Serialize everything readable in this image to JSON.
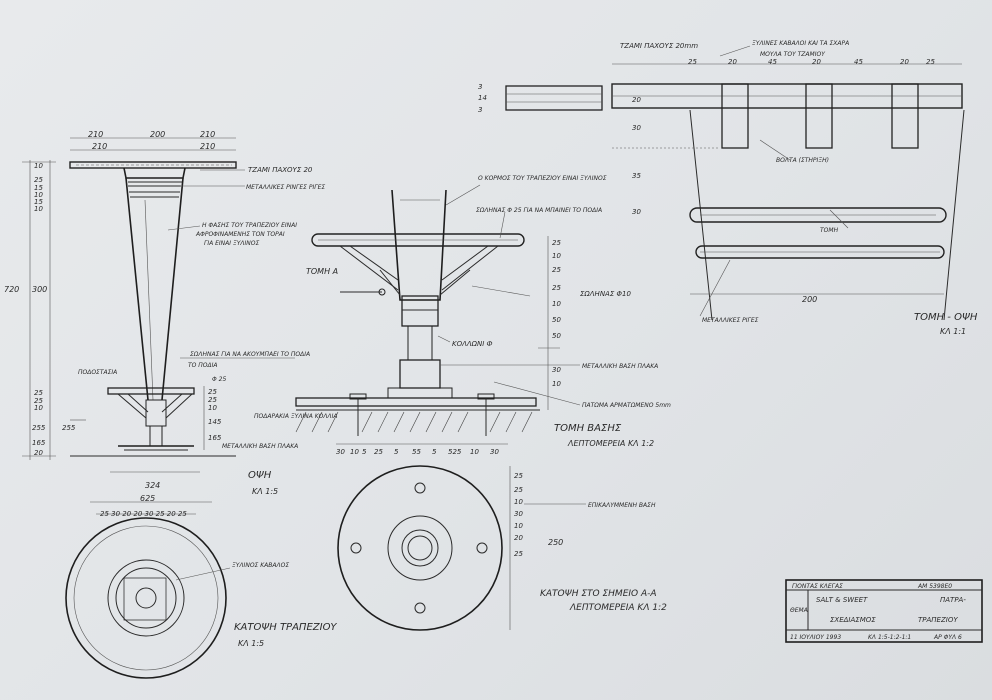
{
  "labels": {
    "glass_top": "ΤΖΑΜΙ ΠΑΧΟΥΣ 20",
    "glass_top_right": "ΤΖΑΜΙ ΠΑΧΟΥΣ 20mm",
    "metal_rings": "ΜΕΤΑΛΛΙΚΕΣ ΡΙΝΓΕΣ ΡΙΓΕΣ",
    "note_base_1": "Η ΦΑΣΗΣ ΤΟΥ ΤΡΑΠΕΖΙΟΥ ΕΙΝΑΙ",
    "note_base_2": "ΑΦΡΟΦΙΝΑΜΕΝΗΣ ΤΟΝ ΤΟΡΑΙ",
    "note_base_3": "ΓΙΑ ΕΙΝΑΙ ΞΥΛΙΝΟΣ",
    "wood_body": "Ο ΚΟΡΜΟΣ ΤΟΥ ΤΡΑΠΕΖΙΟΥ ΕΙΝΑΙ ΞΥΛΙΝΟΣ",
    "rod_note": "ΣΩΛΗΝΑΣ Φ 25 ΓΙΑ ΝΑ ΜΠΑΙΝΕΙ ΤΟ ΠΟΔΙΑ",
    "section_a": "ΤΟΜΗ Α",
    "tube_10": "ΣΩΛΗΝΑΣ Φ10",
    "kolloni": "ΚΟΛΛΩΝΙ Ф",
    "metal_base_plate": "ΜΕΤΑΛΛΙΚΗ ΒΑΣΗ ΠΛΑΚΑ",
    "floor_concrete": "ΠΑΤΩΜΑ ΑΡΜΑΤΩΜΕΝΟ 5mm",
    "footrest_tube": "ΣΩΛΗΝΑΣ ΓΙΑ ΝΑ ΑΚΟΥΜΠΑΕΙ ΤΟ ΠΟΔΙΑ",
    "footrest": "ΠΟΔΟΣΤΑΣΙΑ",
    "pods": "ΠΟΔΑΡΑΚΙΑ ΞΥΛΙΝΑ ΚΟΛΛΙΑ",
    "metal_base_sm": "ΜΕΤΑΛΛΙΚΗ ΒΑΣΗ ΠΛΑΚΑ",
    "base_section": "ΤΟΜΗ ΒΑΣΗΣ",
    "base_detail": "ΛΕΠΤΟΜΕΡΕΙΑ ΚΛ 1:2",
    "elev": "ΟΨΗ",
    "elev_scale": "ΚΛ 1:5",
    "plan_table": "ΚΑΤΟΨΗ ΤΡΑΠΕΖΙΟΥ",
    "plan_scale": "ΚΛ 1:5",
    "plan_note": "ΞΥΛΙΝΟΣ ΚΑΒΑΛΟΣ",
    "reinforced_base": "ΕΠΙΚΑΛΥΜΜΕΝΗ ΒΑΣΗ",
    "plan_aa": "ΚΑΤΟΨΗ ΣΤΟ ΣΗΜΕΙΟ Α-Α",
    "plan_aa_detail": "ΛΕΠΤΟΜΕΡΕΙΑ ΚΛ 1:2",
    "wood_joints": "ΞΥΛΙΝΕΣ ΚΑΒΑΛΟΙ ΚΑΙ ΤΑ ΣΧΑΡΑ",
    "wood_under": "ΜΟΥΛΑ ΤΟΥ ΤΖΑΜΙΟΥ",
    "bolt": "ΒΟΛΤΑ (ΣΤΗΡΙΞΗ)",
    "tube": "ΤΟΜΗ",
    "metal_strip": "ΜΕΤΑΛΛΙΚΕΣ ΡΙΓΕΣ",
    "sect_title": "ΤΟΜΗ - ΟΨΗ",
    "sect_scale": "ΚΛ 1:1"
  },
  "dims": {
    "top_left": [
      "210",
      "200",
      "210"
    ],
    "top_left2": [
      "210",
      "210"
    ],
    "left_vert": [
      "10",
      "25",
      "15",
      "10",
      "15",
      "10",
      "300",
      "25",
      "25",
      "10",
      "255",
      "165",
      "20"
    ],
    "height": "720",
    "base_vert": [
      "25",
      "25",
      "10",
      "145",
      "165"
    ],
    "detail_vert": [
      "25",
      "10",
      "25",
      "25",
      "10",
      "50",
      "50",
      "30",
      "10"
    ],
    "detail_horiz": [
      "30",
      "10",
      "5",
      "25",
      "5",
      "55",
      "5",
      "525",
      "10",
      "30"
    ],
    "bottom_w": "324",
    "bottom_w2": "625",
    "plan_right_vert": [
      "25",
      "25",
      "10",
      "30",
      "10",
      "20",
      "25"
    ],
    "plan_right_250": "250",
    "sect_top": [
      "25",
      "20",
      "45",
      "20",
      "45",
      "20",
      "25"
    ],
    "sect_left": [
      "3",
      "14",
      "3"
    ],
    "sect_left2": [
      "20",
      "30",
      "35",
      "30"
    ],
    "sect_200": "200"
  },
  "title_block": {
    "student": "ΓΙΟΝΤΑΣ ΚΛΕΓΑΣ",
    "year": "ΑΜ 5398Ε0",
    "label_theme": "ΘΕΜΑ",
    "theme_1": "SALT & SWEET",
    "theme_2": "ΠΑΤΡΑ-",
    "theme_3": "ΣΧΕΔΙΑΣΜΟΣ",
    "theme_4": "ΤΡΑΠΕΖΙΟΥ",
    "date": "11 ΙΟΥΛΙΟΥ 1993",
    "scale": "ΚΛ 1:5-1:2-1:1",
    "sheet": "ΑΡ ΦΥΛ 6"
  }
}
